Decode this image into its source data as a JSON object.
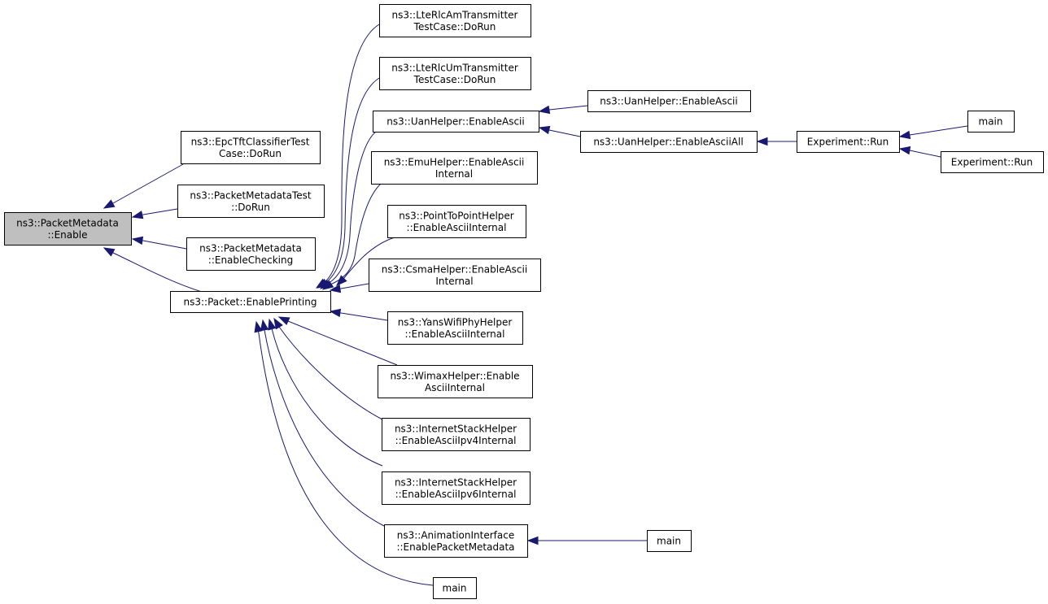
{
  "diagram": {
    "type": "doxygen-caller-graph",
    "colors": {
      "edge": "#191970",
      "root_fill": "#bfbfbf",
      "node_fill": "#ffffff",
      "node_border": "#000000"
    },
    "nodes": [
      {
        "id": "enable",
        "lines": [
          "ns3::PacketMetadata",
          "::Enable"
        ],
        "root": true
      },
      {
        "id": "epc",
        "lines": [
          "ns3::EpcTftClassifierTest",
          "Case::DoRun"
        ]
      },
      {
        "id": "pmtest",
        "lines": [
          "ns3::PacketMetadataTest",
          "::DoRun"
        ]
      },
      {
        "id": "pmcheck",
        "lines": [
          "ns3::PacketMetadata",
          "::EnableChecking"
        ]
      },
      {
        "id": "printing",
        "lines": [
          "ns3::Packet::EnablePrinting"
        ]
      },
      {
        "id": "lteam",
        "lines": [
          "ns3::LteRlcAmTransmitter",
          "TestCase::DoRun"
        ]
      },
      {
        "id": "lteum",
        "lines": [
          "ns3::LteRlcUmTransmitter",
          "TestCase::DoRun"
        ]
      },
      {
        "id": "uanascii",
        "lines": [
          "ns3::UanHelper::EnableAscii"
        ]
      },
      {
        "id": "emu",
        "lines": [
          "ns3::EmuHelper::EnableAscii",
          "Internal"
        ]
      },
      {
        "id": "p2p",
        "lines": [
          "ns3::PointToPointHelper",
          "::EnableAsciiInternal"
        ]
      },
      {
        "id": "csma",
        "lines": [
          "ns3::CsmaHelper::EnableAscii",
          "Internal"
        ]
      },
      {
        "id": "yans",
        "lines": [
          "ns3::YansWifiPhyHelper",
          "::EnableAsciiInternal"
        ]
      },
      {
        "id": "wimax",
        "lines": [
          "ns3::WimaxHelper::Enable",
          "AsciiInternal"
        ]
      },
      {
        "id": "ipv4",
        "lines": [
          "ns3::InternetStackHelper",
          "::EnableAsciiIpv4Internal"
        ]
      },
      {
        "id": "ipv6",
        "lines": [
          "ns3::InternetStackHelper",
          "::EnableAsciiIpv6Internal"
        ]
      },
      {
        "id": "anim",
        "lines": [
          "ns3::AnimationInterface",
          "::EnablePacketMetadata"
        ]
      },
      {
        "id": "main1",
        "lines": [
          "main"
        ]
      },
      {
        "id": "uanascii2",
        "lines": [
          "ns3::UanHelper::EnableAscii"
        ]
      },
      {
        "id": "uanall",
        "lines": [
          "ns3::UanHelper::EnableAsciiAll"
        ]
      },
      {
        "id": "exprun",
        "lines": [
          "Experiment::Run"
        ]
      },
      {
        "id": "main2",
        "lines": [
          "main"
        ]
      },
      {
        "id": "exprun2",
        "lines": [
          "Experiment::Run"
        ]
      },
      {
        "id": "main3",
        "lines": [
          "main"
        ]
      }
    ],
    "edges": [
      {
        "from": "enable",
        "to": "epc"
      },
      {
        "from": "enable",
        "to": "pmtest"
      },
      {
        "from": "enable",
        "to": "pmcheck"
      },
      {
        "from": "enable",
        "to": "printing"
      },
      {
        "from": "printing",
        "to": "lteam"
      },
      {
        "from": "printing",
        "to": "lteum"
      },
      {
        "from": "printing",
        "to": "uanascii"
      },
      {
        "from": "printing",
        "to": "emu"
      },
      {
        "from": "printing",
        "to": "p2p"
      },
      {
        "from": "printing",
        "to": "csma"
      },
      {
        "from": "printing",
        "to": "yans"
      },
      {
        "from": "printing",
        "to": "wimax"
      },
      {
        "from": "printing",
        "to": "ipv4"
      },
      {
        "from": "printing",
        "to": "ipv6"
      },
      {
        "from": "printing",
        "to": "anim"
      },
      {
        "from": "printing",
        "to": "main1"
      },
      {
        "from": "uanascii",
        "to": "uanascii2"
      },
      {
        "from": "uanascii",
        "to": "uanall"
      },
      {
        "from": "uanall",
        "to": "exprun"
      },
      {
        "from": "exprun",
        "to": "main2"
      },
      {
        "from": "exprun",
        "to": "exprun2"
      },
      {
        "from": "anim",
        "to": "main3"
      }
    ]
  }
}
